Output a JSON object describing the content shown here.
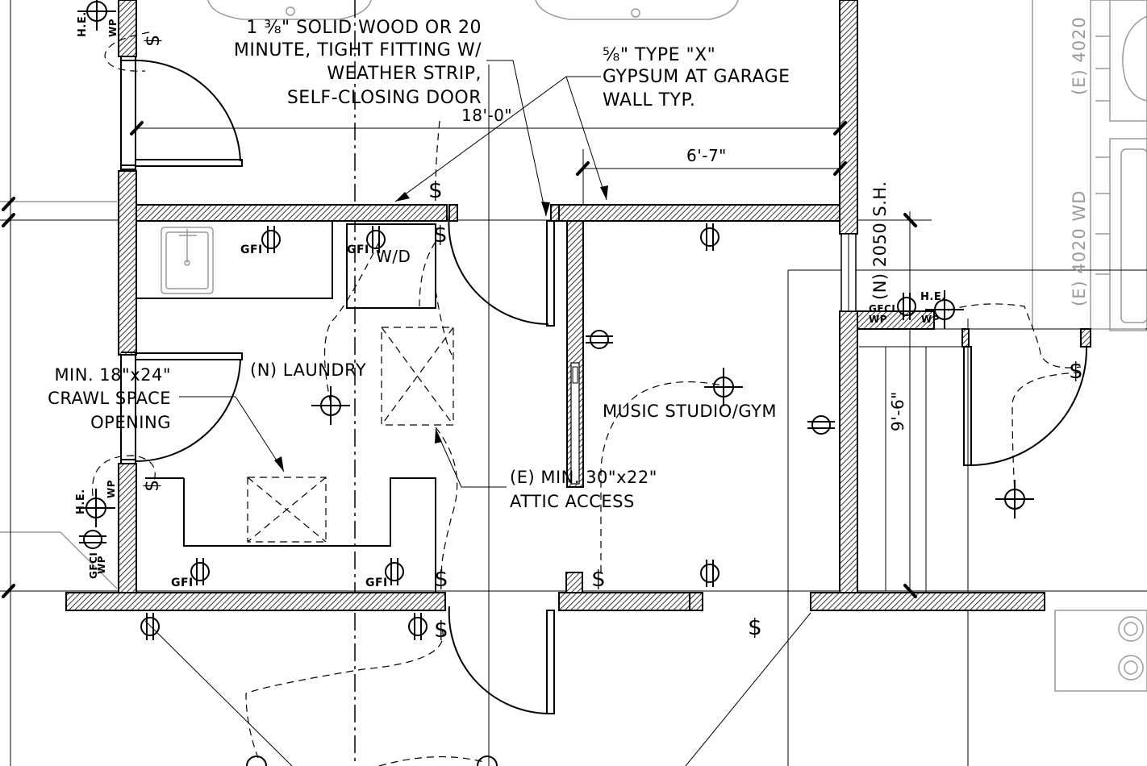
{
  "notes": {
    "door_line1": "1 ⅜\" SOLID WOOD OR 20",
    "door_line2": "MINUTE, TIGHT FITTING W/",
    "door_line3": "WEATHER STRIP,",
    "door_line4": "SELF-CLOSING DOOR",
    "gyp_line1": "⅝\" TYPE \"X\"",
    "gyp_line2": "GYPSUM AT GARAGE",
    "gyp_line3": "WALL TYP.",
    "crawl_line1": "MIN. 18\"x24\"",
    "crawl_line2": "CRAWL SPACE",
    "crawl_line3": "OPENING",
    "attic_line1": "(E) MIN. 30\"x22\"",
    "attic_line2": "ATTIC ACCESS"
  },
  "dimensions": {
    "garage_width": "18'-0\"",
    "studio_width": "6'-7\"",
    "right_height": "9'-6\""
  },
  "rooms": {
    "laundry": "(N) LAUNDRY",
    "studio": "MUSIC STUDIO/GYM",
    "wd": "W/D"
  },
  "windows": {
    "new_window": "(N) 2050 S.H.",
    "existing_top": "(E) 4020",
    "existing_wd": "(E) 4020 WD"
  },
  "symbols": {
    "gfi": "GFI",
    "gfci": "GFCI",
    "wp": "WP",
    "he": "H.E.",
    "switch": "$"
  },
  "colors": {
    "line": "#000000",
    "existing": "#9a9a9a",
    "background": "#ffffff"
  }
}
